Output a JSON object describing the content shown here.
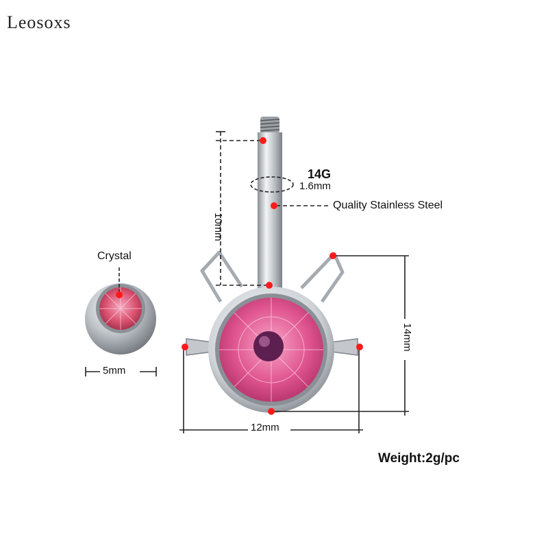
{
  "brand": {
    "name": "Leosoxs"
  },
  "labels": {
    "gauge": "14G",
    "bar_diameter": "1.6mm",
    "material": "Quality Stainless Steel",
    "bar_length": "10mm",
    "top_ball_label": "Crystal",
    "top_ball_size": "5mm",
    "width": "12mm",
    "height": "14mm",
    "weight": "Weight:2g/pc"
  },
  "colors": {
    "background": "#ffffff",
    "marker": "#ff1a1a",
    "gem_pink": "#e0558f",
    "steel": "#c9cdd2"
  },
  "icons": [
    "ruler-marker-icon",
    "gem-icon"
  ]
}
